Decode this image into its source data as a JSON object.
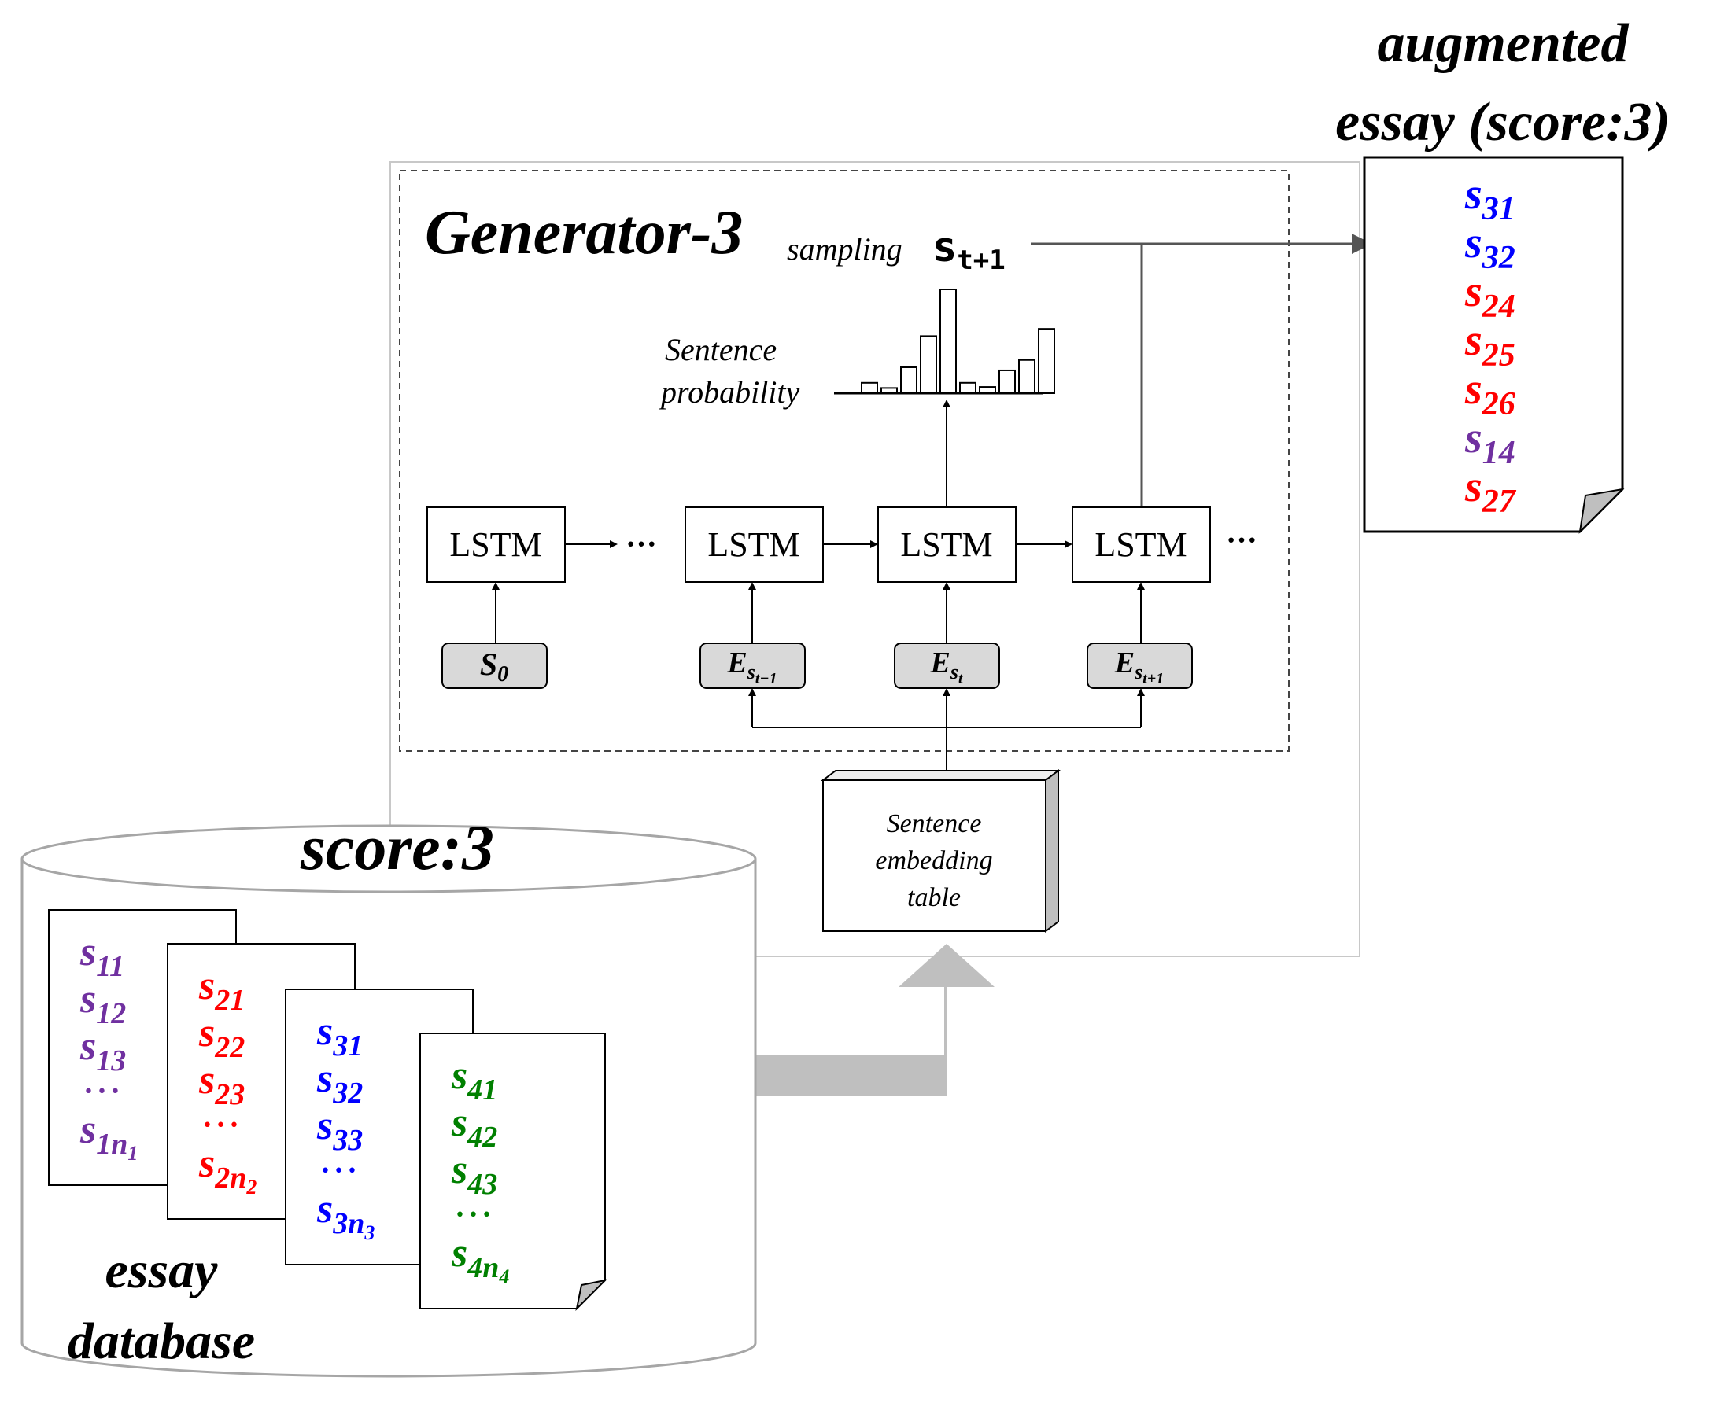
{
  "generator": {
    "title": "Generator-3",
    "sampling_label": "sampling",
    "sampling_var": "s",
    "sampling_sub": "t+1",
    "prob_label_line1": "Sentence",
    "prob_label_line2": "probability",
    "lstm_label": "LSTM",
    "ellipsis": "···",
    "inputs": [
      {
        "base": "S",
        "sub": "0"
      },
      {
        "base": "E",
        "sub_base": "s",
        "sub": "t−1"
      },
      {
        "base": "E",
        "sub_base": "s",
        "sub": "t"
      },
      {
        "base": "E",
        "sub_base": "s",
        "sub": "t+1"
      }
    ],
    "probability_bars": [
      0.1,
      0.05,
      0.25,
      0.55,
      1.0,
      0.1,
      0.06,
      0.22,
      0.32,
      0.62
    ]
  },
  "embedding_table": {
    "line1": "Sentence",
    "line2": "embedding",
    "line3": "table"
  },
  "database": {
    "title": "score:3",
    "caption_line1": "essay",
    "caption_line2": "database",
    "essays": [
      {
        "color": "#7030a0",
        "lines": [
          {
            "s": "s",
            "sub": "11"
          },
          {
            "s": "s",
            "sub": "12"
          },
          {
            "s": "s",
            "sub": "13"
          },
          {
            "dots": "•••"
          },
          {
            "s": "s",
            "sub": "1n",
            "subsub": "1"
          }
        ]
      },
      {
        "color": "#ff0000",
        "lines": [
          {
            "s": "s",
            "sub": "21"
          },
          {
            "s": "s",
            "sub": "22"
          },
          {
            "s": "s",
            "sub": "23"
          },
          {
            "dots": "•••"
          },
          {
            "s": "s",
            "sub": "2n",
            "subsub": "2"
          }
        ]
      },
      {
        "color": "#0000ff",
        "lines": [
          {
            "s": "s",
            "sub": "31"
          },
          {
            "s": "s",
            "sub": "32"
          },
          {
            "s": "s",
            "sub": "33"
          },
          {
            "dots": "•••"
          },
          {
            "s": "s",
            "sub": "3n",
            "subsub": "3"
          }
        ]
      },
      {
        "color": "#008000",
        "lines": [
          {
            "s": "s",
            "sub": "41"
          },
          {
            "s": "s",
            "sub": "42"
          },
          {
            "s": "s",
            "sub": "43"
          },
          {
            "dots": "•••"
          },
          {
            "s": "s",
            "sub": "4n",
            "subsub": "4"
          }
        ]
      }
    ]
  },
  "augmented": {
    "title_line1": "augmented",
    "title_line2": "essay (score:3)",
    "sentences": [
      {
        "s": "s",
        "sub": "31",
        "color": "#0000ff"
      },
      {
        "s": "s",
        "sub": "32",
        "color": "#0000ff"
      },
      {
        "s": "s",
        "sub": "24",
        "color": "#ff0000"
      },
      {
        "s": "s",
        "sub": "25",
        "color": "#ff0000"
      },
      {
        "s": "s",
        "sub": "26",
        "color": "#ff0000"
      },
      {
        "s": "s",
        "sub": "14",
        "color": "#7030a0"
      },
      {
        "s": "s",
        "sub": "27",
        "color": "#ff0000"
      }
    ]
  }
}
